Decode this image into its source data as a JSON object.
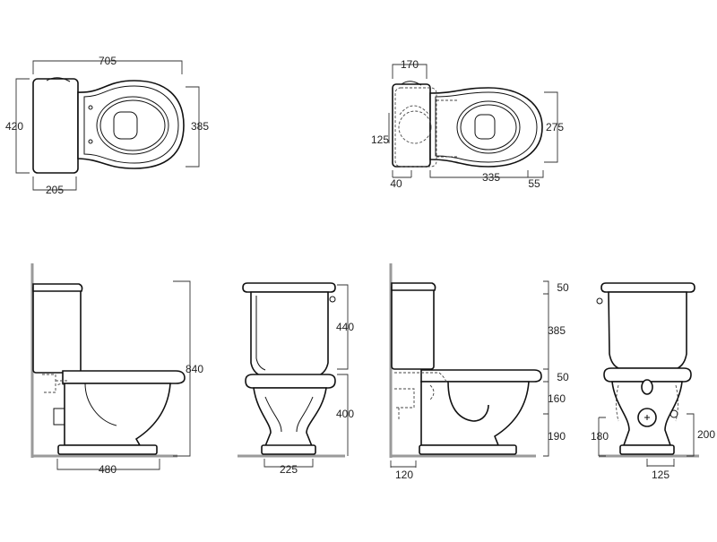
{
  "dims": {
    "top_left": {
      "width": "705",
      "depth": "420",
      "bowl_depth": "385",
      "cistern": "205"
    },
    "top_right": {
      "cistern": "170",
      "outlet": "125",
      "bowl_depth": "275",
      "wall": "40",
      "bowl": "335",
      "front": "55"
    },
    "side_left": {
      "height": "840",
      "length": "480"
    },
    "front_left": {
      "cistern": "440",
      "pan": "400",
      "base": "225"
    },
    "side_right": {
      "lid": "50",
      "cistern": "385",
      "gap": "50",
      "seat": "160",
      "outlet": "190",
      "wall": "120"
    },
    "front_right": {
      "inlet_left": "180",
      "inlet_right": "200",
      "base": "125"
    }
  }
}
